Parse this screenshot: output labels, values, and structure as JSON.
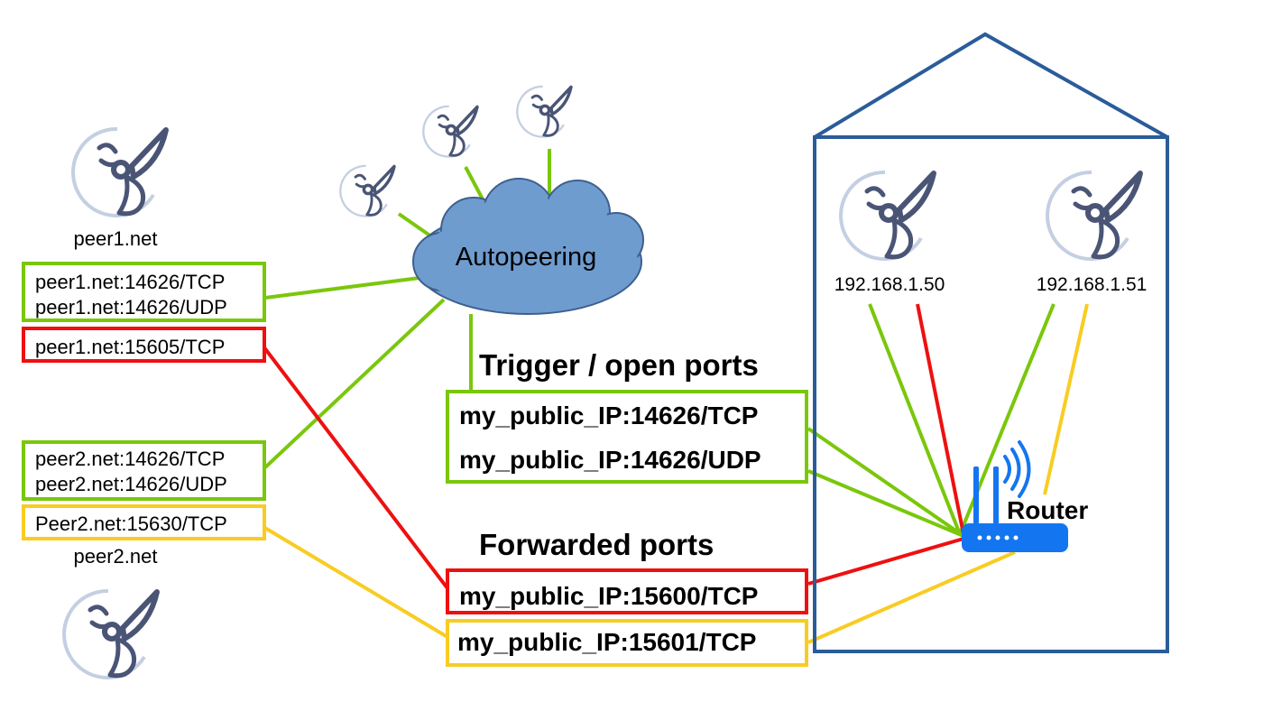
{
  "colors": {
    "green": "#7ac70c",
    "red": "#ee1010",
    "yellow": "#f8cc22",
    "house": "#2a5c9a",
    "cloud": "#6f9ccf",
    "router": "#1376f0",
    "icon": "#4a5576",
    "icon_ring": "#c4cfe2"
  },
  "icons": {
    "node": "hornet-icon",
    "cloud": "cloud-icon",
    "router": "router-icon"
  },
  "cloud": {
    "label": "Autopeering"
  },
  "peer1": {
    "name": "peer1.net",
    "gossip": [
      "peer1.net:14626/TCP",
      "peer1.net:14626/UDP"
    ],
    "forwarded": "peer1.net:15605/TCP"
  },
  "peer2": {
    "name": "peer2.net",
    "gossip": [
      "peer2.net:14626/TCP",
      "peer2.net:14626/UDP"
    ],
    "forwarded": "Peer2.net:15630/TCP"
  },
  "trigger": {
    "heading": "Trigger / open ports",
    "ports": [
      "my_public_IP:14626/TCP",
      "my_public_IP:14626/UDP"
    ]
  },
  "forwarded": {
    "heading": "Forwarded ports",
    "ports": [
      "my_public_IP:15600/TCP",
      "my_public_IP:15601/TCP"
    ]
  },
  "house": {
    "nodes": [
      {
        "ip": "192.168.1.50"
      },
      {
        "ip": "192.168.1.51"
      }
    ],
    "router": "Router"
  }
}
